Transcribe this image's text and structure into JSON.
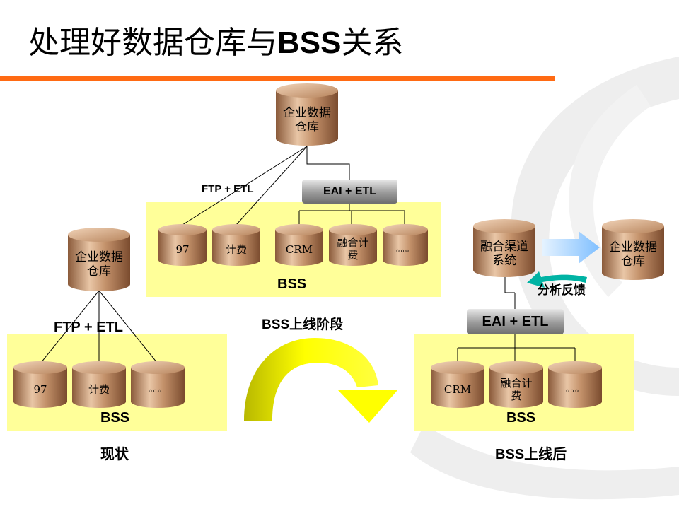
{
  "title": {
    "cn_prefix": "处理好数据仓库与",
    "latin": "BSS",
    "cn_suffix": "关系"
  },
  "colors": {
    "accent": "#ff6a13",
    "panel": "#ffff99",
    "cylinder": "#c4926b",
    "arrow_yellow": "#ffff00",
    "arrow_blue": "#99ccff",
    "arrow_teal": "#00b3a4"
  },
  "top": {
    "dw": "企业数据\n仓库",
    "ftp_label": "FTP + ETL",
    "eai_label": "EAI + ETL",
    "bss_label": "BSS",
    "systems": [
      "97",
      "计费",
      "CRM",
      "融合计\n费",
      "。。。"
    ]
  },
  "left": {
    "dw": "企业数据\n仓库",
    "ftp_label": "FTP + ETL",
    "bss_label": "BSS",
    "systems": [
      "97",
      "计费",
      "。。。"
    ],
    "caption": "现状"
  },
  "middle": {
    "stage_label": "BSS上线阶段"
  },
  "right": {
    "channel": "融合渠道\n系统",
    "dw": "企业数据\n仓库",
    "feedback": "分析反馈",
    "eai_label": "EAI + ETL",
    "bss_label": "BSS",
    "systems": [
      "CRM",
      "融合计\n费",
      "。。。"
    ],
    "caption": "BSS上线后"
  }
}
